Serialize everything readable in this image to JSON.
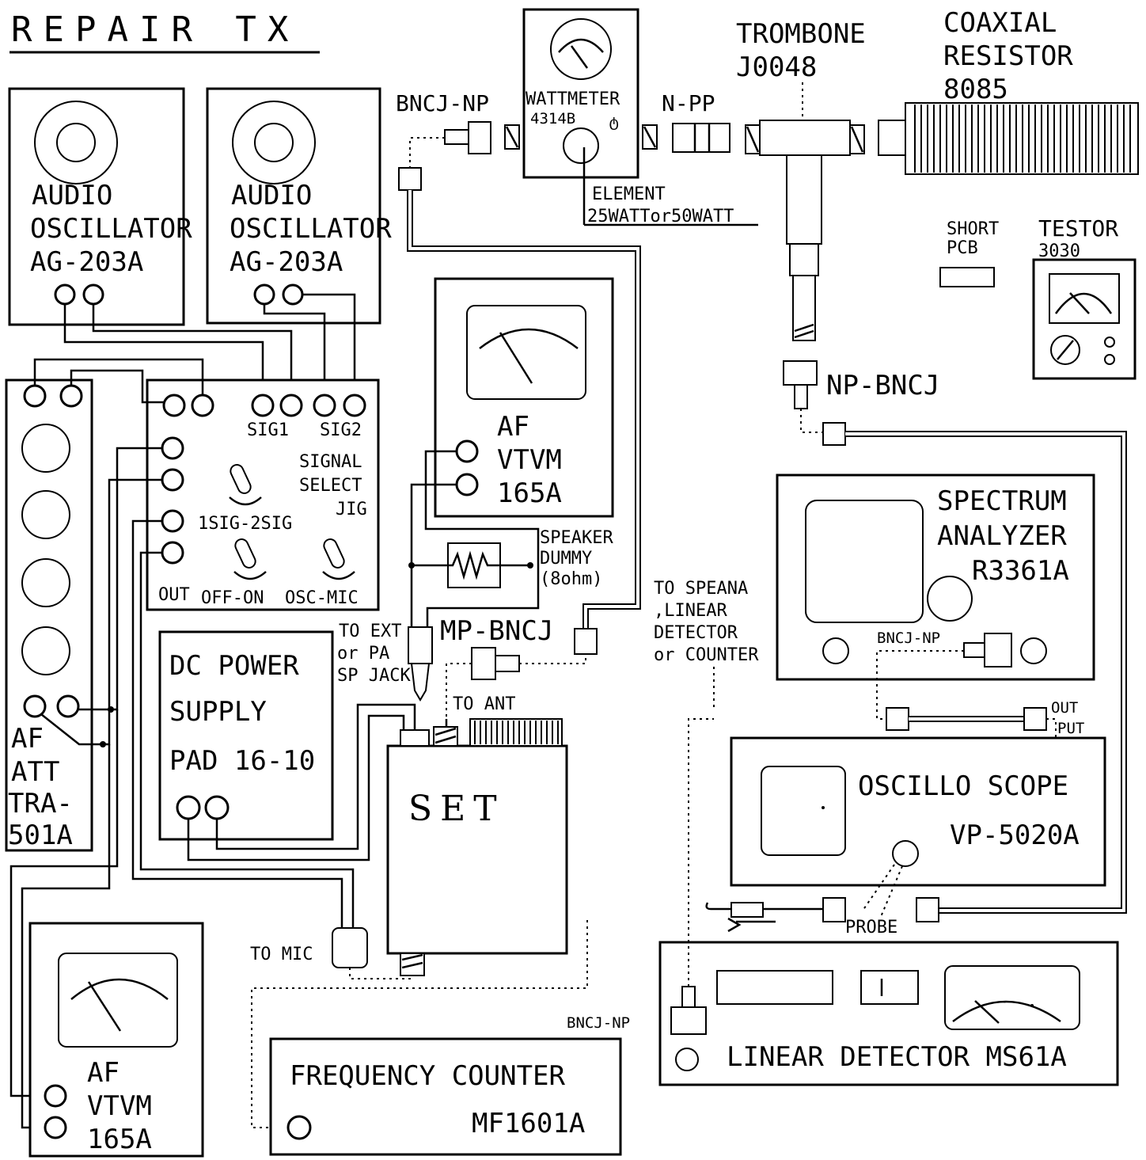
{
  "title": "REPAIR TX",
  "devices": {
    "osc1": {
      "l1": "AUDIO",
      "l2": "OSCILLATOR",
      "l3": "AG-203A"
    },
    "osc2": {
      "l1": "AUDIO",
      "l2": "OSCILLATOR",
      "l3": "AG-203A"
    },
    "wattmeter": {
      "l1": "WATTMETER",
      "l2": "4314B"
    },
    "trombone": {
      "l1": "TROMBONE",
      "l2": "J0048"
    },
    "resistor": {
      "l1": "COAXIAL",
      "l2": "RESISTOR",
      "l3": "8085"
    },
    "short_pcb": {
      "l1": "SHORT",
      "l2": "PCB"
    },
    "testor": {
      "l1": "TESTOR",
      "l2": "3030"
    },
    "vtvm_top": {
      "l1": "AF",
      "l2": "VTVM",
      "l3": "165A"
    },
    "jig": {
      "sig1": "SIG1",
      "sig2": "SIG2",
      "name1": "SIGNAL",
      "name2": "SELECT",
      "name3": "JIG",
      "sw1": "1SIG-2SIG",
      "out": "OUT",
      "sw2": "OFF-ON",
      "sw3": "OSC-MIC"
    },
    "att": {
      "l1": "AF",
      "l2": "ATT",
      "l3": "TRA-",
      "l4": "501A"
    },
    "dc": {
      "l1": "DC POWER",
      "l2": "SUPPLY",
      "l3": "PAD 16-10"
    },
    "set": {
      "label": "SET"
    },
    "speana": {
      "l1": "SPECTRUM",
      "l2": "ANALYZER",
      "l3": "R3361A"
    },
    "scope": {
      "l1": "OSCILLO SCOPE",
      "l2": "VP-5020A"
    },
    "detector": {
      "label": "LINEAR DETECTOR MS61A"
    },
    "counter": {
      "l1": "FREQUENCY COUNTER",
      "l2": "MF1601A"
    },
    "vtvm_bot": {
      "l1": "AF",
      "l2": "VTVM",
      "l3": "165A"
    }
  },
  "labels": {
    "bncj_np_top": "BNCJ-NP",
    "n_pp": "N-PP",
    "element1": "ELEMENT",
    "element2": "25WATTor50WATT",
    "np_bncj": "NP-BNCJ",
    "speaker1": "SPEAKER",
    "speaker2": "DUMMY",
    "speaker3": "(8ohm)",
    "to_ext1": "TO EXT",
    "to_ext2": "or PA",
    "to_ext3": "SP JACK",
    "mp_bncj": "MP-BNCJ",
    "to_ant": "TO ANT",
    "to_speana1": "TO SPEANA",
    "to_speana2": ",LINEAR",
    "to_speana3": "DETECTOR",
    "to_speana4": "or COUNTER",
    "bncj_np_speana": "BNCJ-NP",
    "output1": "OUT",
    "output2": "PUT",
    "probe": "PROBE",
    "to_mic": "TO MIC",
    "bncj_np_det": "BNCJ-NP"
  }
}
